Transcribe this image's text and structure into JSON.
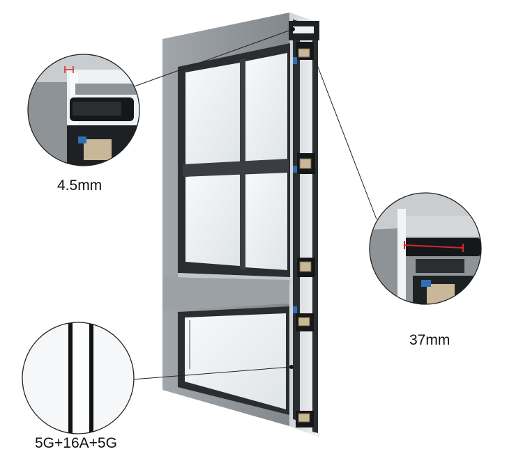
{
  "callouts": {
    "frame_wall": {
      "label": "4.5mm"
    },
    "frame_depth": {
      "label": "37mm"
    },
    "glass": {
      "label": "5G+16A+5G"
    }
  },
  "colors": {
    "frame_gray": "#8c9196",
    "frame_dark": "#1e2124",
    "glass": "#eef1f3",
    "gasket_blue": "#2f6fb5",
    "measure_red": "#d8262a"
  }
}
